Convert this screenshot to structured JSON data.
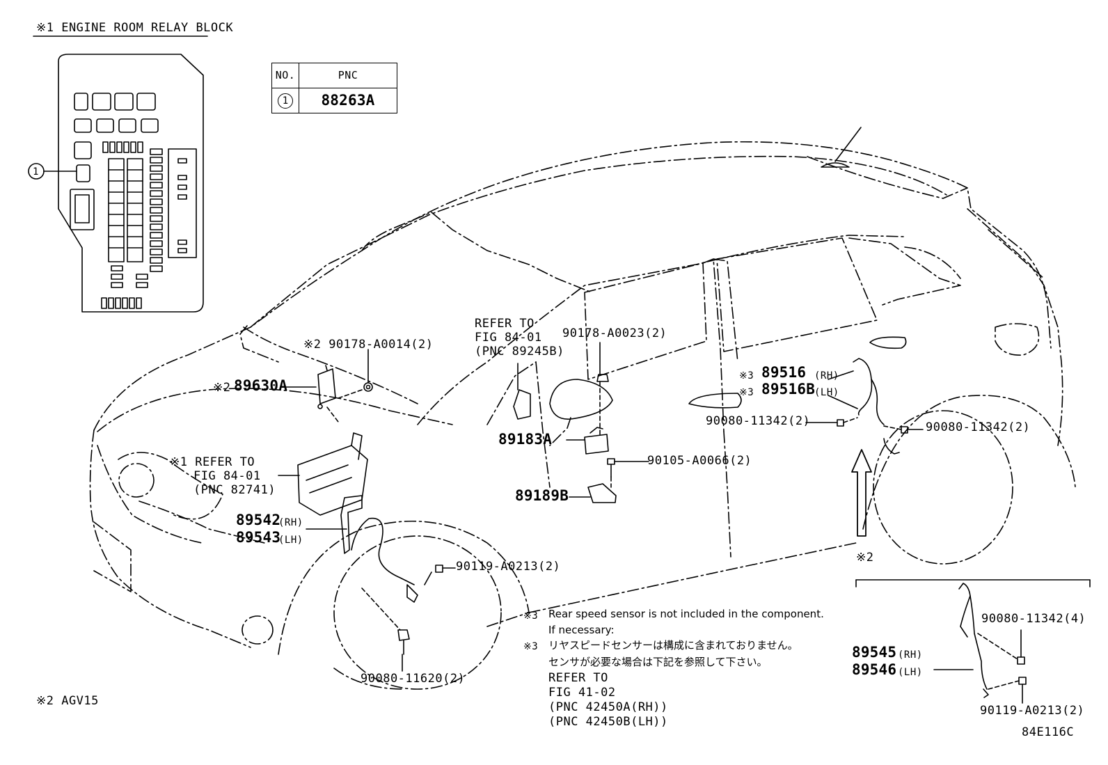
{
  "relay_block": {
    "title": "※1 ENGINE ROOM RELAY BLOCK",
    "callout": "1"
  },
  "pnc_table": {
    "headers": [
      "NO.",
      "PNC"
    ],
    "rows": [
      {
        "no": "1",
        "pnc": "88263A"
      }
    ]
  },
  "labels": {
    "n90178_a0014": "※2 90178-A0014(2)",
    "n89630a_mark": "※2",
    "n89630a": "89630A",
    "refer_84_01_relay": [
      "※1 REFER TO",
      "FIG 84-01",
      "(PNC 82741)"
    ],
    "refer_84_01_mid": [
      "REFER TO",
      "FIG 84-01",
      "(PNC 89245B)"
    ],
    "n90178_a0023": "90178-A0023(2)",
    "n89183a": "89183A",
    "n90105_a0066": "90105-A0066(2)",
    "n89189b": "89189B",
    "n89542": "89542",
    "n89542_side": "(RH)",
    "n89543": "89543",
    "n89543_side": "(LH)",
    "n90119_a0213_front": "90119-A0213(2)",
    "n90080_11620": "90080-11620(2)",
    "n89516_mark": "※3",
    "n89516": "89516",
    "n89516_side": "(RH)",
    "n89516b_mark": "※3",
    "n89516b": "89516B",
    "n89516b_side": "(LH)",
    "n90080_11342_left": "90080-11342(2)",
    "n90080_11342_right": "90080-11342(2)",
    "inset_mark": "※2",
    "inset_90080_11342": "90080-11342(4)",
    "n89545": "89545",
    "n89545_side": "(RH)",
    "n89546": "89546",
    "n89546_side": "(LH)",
    "inset_90119_a0213": "90119-A0213(2)",
    "footnote_agv15": "※2 AGV15",
    "figure_code": "84E116C"
  },
  "notes": {
    "en_mark": "※3",
    "en_line1": "Rear speed sensor is not included in the component.",
    "en_line2": "If necessary:",
    "jp_mark": "※3",
    "jp_line1": "リヤスピードセンサーは構成に含まれておりません。",
    "jp_line2": "センサが必要な場合は下記を参照して下さい。",
    "refer": [
      "REFER TO",
      "FIG 41-02",
      "(PNC 42450A(RH))",
      "(PNC 42450B(LH))"
    ]
  }
}
